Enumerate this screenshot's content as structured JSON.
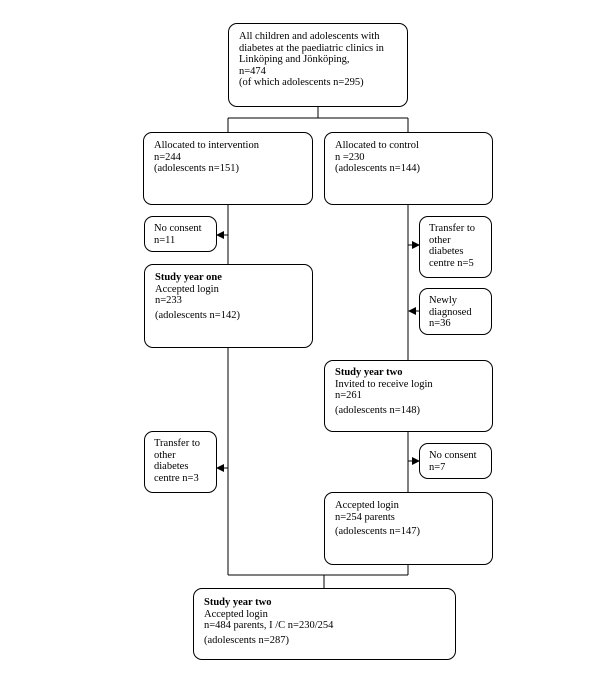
{
  "flowchart": {
    "start": {
      "lines": [
        "All children and adolescents with",
        "diabetes at the paediatric clinics in",
        "Linköping and Jönköping,",
        "n=474",
        "(of which adolescents n=295)"
      ]
    },
    "intervention": {
      "lines": [
        "Allocated to intervention",
        "n=244",
        "(adolescents n=151)"
      ]
    },
    "control": {
      "lines": [
        "Allocated to control",
        "n =230",
        "(adolescents n=144)"
      ]
    },
    "no_consent_intervention": {
      "lines": [
        "No consent",
        "n=11"
      ]
    },
    "study_year_one": {
      "title": "Study year one",
      "lines": [
        "Accepted login",
        "n=233",
        "(adolescents n=142)"
      ]
    },
    "transfer_control": {
      "lines": [
        "Transfer to",
        "other",
        "diabetes",
        "centre n=5"
      ]
    },
    "newly_diagnosed": {
      "lines": [
        "Newly",
        "diagnosed",
        "n=36"
      ]
    },
    "study_year_two_control": {
      "title": "Study year two",
      "lines": [
        "Invited to receive login",
        "n=261",
        "(adolescents n=148)"
      ]
    },
    "transfer_intervention": {
      "lines": [
        "Transfer to",
        "other",
        "diabetes",
        "centre n=3"
      ]
    },
    "no_consent_control": {
      "lines": [
        "No consent",
        "n=7"
      ]
    },
    "accepted_control": {
      "lines": [
        "Accepted login",
        "n=254 parents",
        "(adolescents n=147)"
      ]
    },
    "final": {
      "title": "Study year two",
      "lines": [
        "Accepted login",
        "n=484 parents, I /C n=230/254",
        "(adolescents n=287)"
      ]
    }
  }
}
